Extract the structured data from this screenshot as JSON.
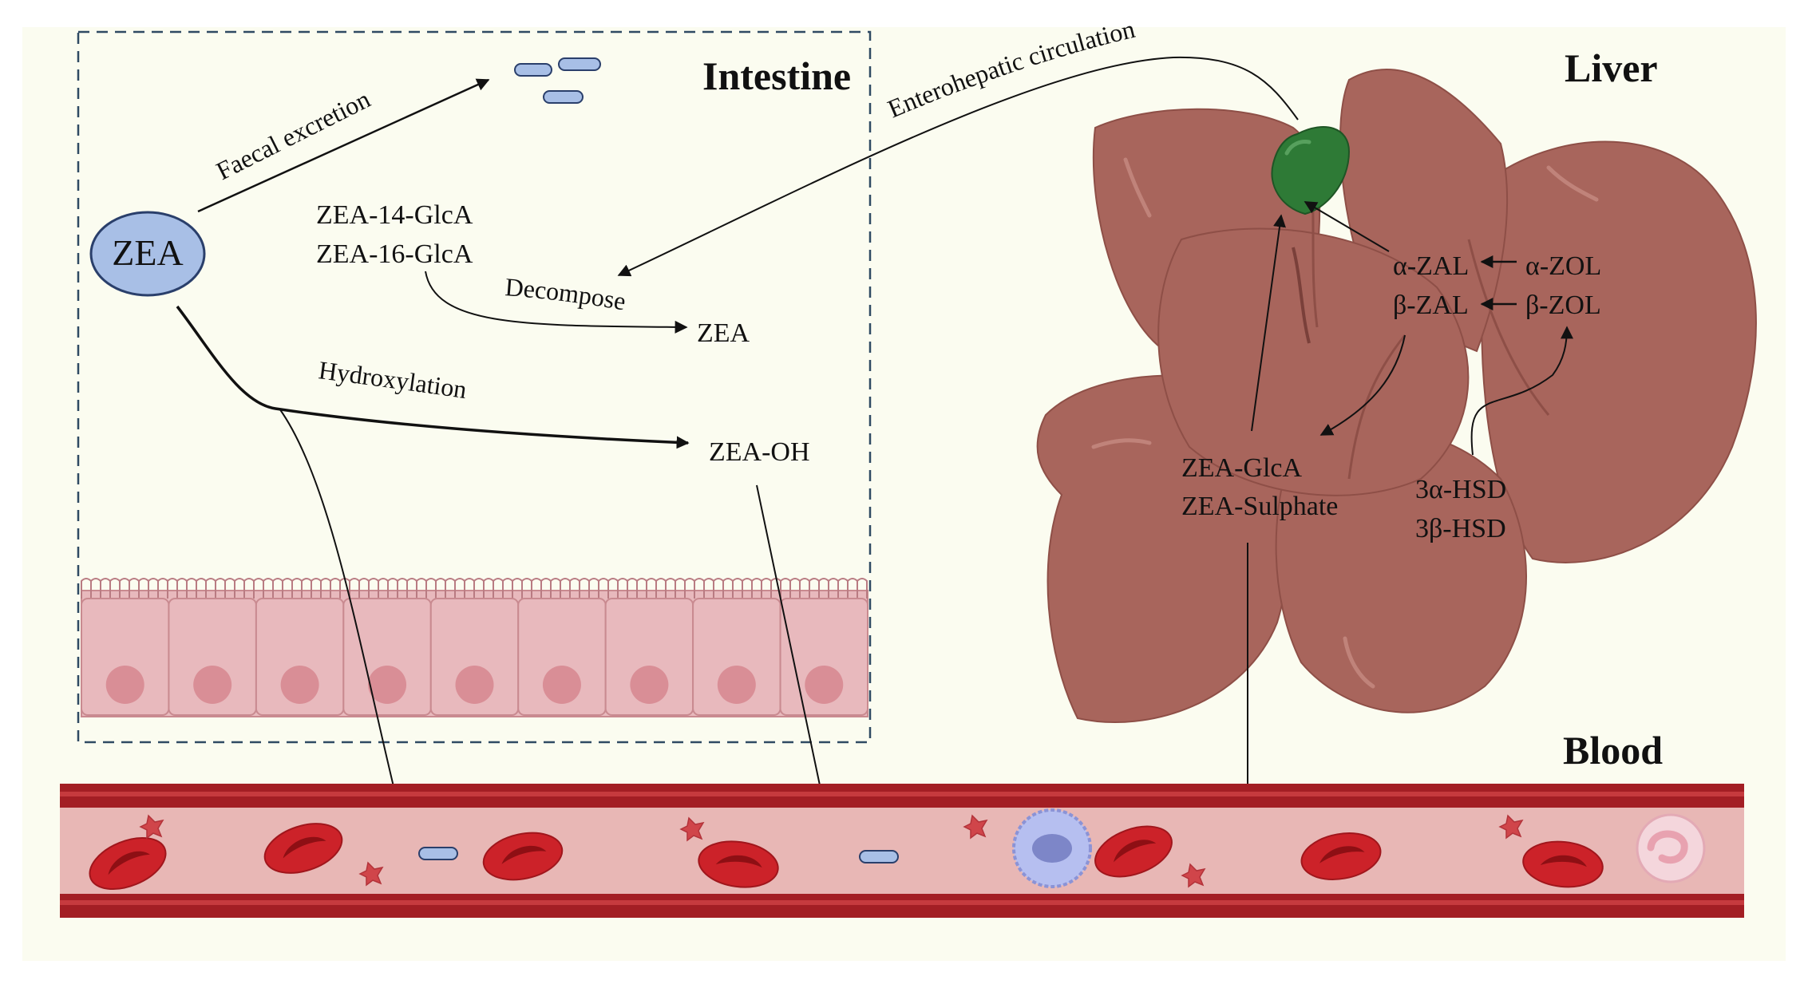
{
  "colors": {
    "background": "#fbfcf0",
    "liver": "#a8655c",
    "liver_dark": "#8e4f47",
    "gallbladder": "#2e7a36",
    "vessel_wall": "#a31e24",
    "vessel_lumen": "#e8b7b5",
    "epithelium": "#e8b9bd",
    "nucleus": "#d98e96",
    "zea_node": "#a8bfe6"
  },
  "regions": {
    "intestine": "Intestine",
    "liver": "Liver",
    "blood": "Blood"
  },
  "labels": {
    "zea_main": "ZEA",
    "faecal_excretion": "Faecal  excretion",
    "enterohepatic": "Enterohepatic circulation",
    "zea_14_glca": "ZEA-14-GlcA",
    "zea_16_glca": "ZEA-16-GlcA",
    "decompose": "Decompose",
    "zea_product": "ZEA",
    "hydroxylation": "Hydroxylation",
    "zea_oh": "ZEA-OH",
    "alpha_zal": "α-ZAL",
    "beta_zal": "β-ZAL",
    "alpha_zol": "α-ZOL",
    "beta_zol": "β-ZOL",
    "zea_glca": "ZEA-GlcA",
    "zea_sulphate": "ZEA-Sulphate",
    "hsd_3a": "3α-HSD",
    "hsd_3b": "3β-HSD"
  },
  "icons": {
    "molecule": "molecule-pill-icon",
    "red_blood_cell": "red-blood-cell-icon",
    "platelet": "platelet-icon",
    "lymphocyte": "lymphocyte-icon",
    "neutrophil": "neutrophil-icon",
    "gallbladder": "gallbladder-icon",
    "liver": "liver-icon"
  }
}
